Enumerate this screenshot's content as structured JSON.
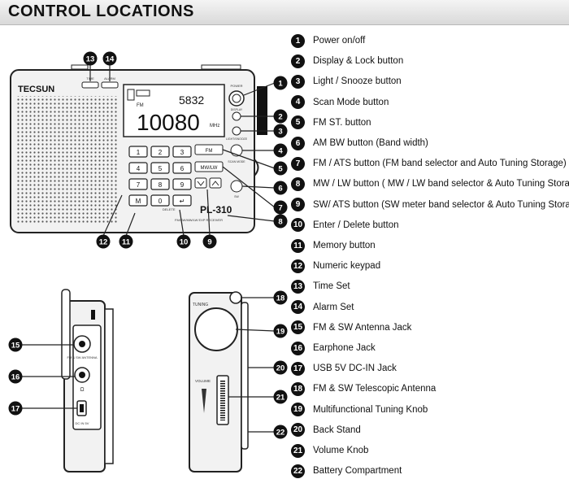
{
  "title": "CONTROL LOCATIONS",
  "radio": {
    "brand": "TECSUN",
    "model": "PL-310",
    "display_top": "5832",
    "display_main": "10080",
    "display_unit": "MHz",
    "display_band": "FM",
    "tag_time": "TIME",
    "tag_alarm": "ALARM",
    "tag_power": "POWER",
    "tag_display": "DISPLAY",
    "tag_light": "LIGHT/SNOOZE",
    "tag_scan": "SCAN MODE",
    "tag_fm": "FM",
    "tag_mwlw": "MW/LW",
    "tag_sw": "SW",
    "tag_bottom": "FM/SW/MW/LW EXP RECEIVER",
    "tag_delete": "DELETE",
    "tag_fmsw_antenna": "FM & SW ANTENNA",
    "tag_dcin": "DC IN 5V",
    "tag_tuning": "TUNING",
    "tag_volume": "VOLUME",
    "keys": [
      "1",
      "2",
      "3",
      "4",
      "5",
      "6",
      "7",
      "8",
      "9",
      "M",
      "0",
      "↵"
    ]
  },
  "callouts": [
    "1",
    "2",
    "3",
    "4",
    "5",
    "6",
    "7",
    "8",
    "9",
    "10",
    "11",
    "12",
    "13",
    "14",
    "15",
    "16",
    "17",
    "18",
    "19",
    "20",
    "21",
    "22"
  ],
  "legend": [
    {
      "num": "1",
      "text": "Power on/off"
    },
    {
      "num": "2",
      "text": "Display & Lock button"
    },
    {
      "num": "3",
      "text": "Light / Snooze button"
    },
    {
      "num": "4",
      "text": "Scan Mode button"
    },
    {
      "num": "5",
      "text": "FM ST. button"
    },
    {
      "num": "6",
      "text": "AM BW button (Band width)"
    },
    {
      "num": "7",
      "text": "FM / ATS button (FM band selector and Auto Tuning Storage)"
    },
    {
      "num": "8",
      "text": "MW / LW button ( MW / LW band selector & Auto Tuning Storage)"
    },
    {
      "num": "9",
      "text": "SW/ ATS button (SW meter band selector & Auto Tuning Storage)"
    },
    {
      "num": "10",
      "text": "Enter / Delete button"
    },
    {
      "num": "11",
      "text": "Memory button"
    },
    {
      "num": "12",
      "text": "Numeric keypad"
    },
    {
      "num": "13",
      "text": "Time Set"
    },
    {
      "num": "14",
      "text": "Alarm Set"
    },
    {
      "num": "15",
      "text": "FM & SW Antenna Jack"
    },
    {
      "num": "16",
      "text": "Earphone Jack"
    },
    {
      "num": "17",
      "text": "USB 5V DC-IN Jack"
    },
    {
      "num": "18",
      "text": "FM & SW Telescopic Antenna"
    },
    {
      "num": "19",
      "text": "Multifunctional Tuning Knob"
    },
    {
      "num": "20",
      "text": "Back Stand"
    },
    {
      "num": "21",
      "text": "Volume Knob"
    },
    {
      "num": "22",
      "text": "Battery Compartment"
    }
  ]
}
